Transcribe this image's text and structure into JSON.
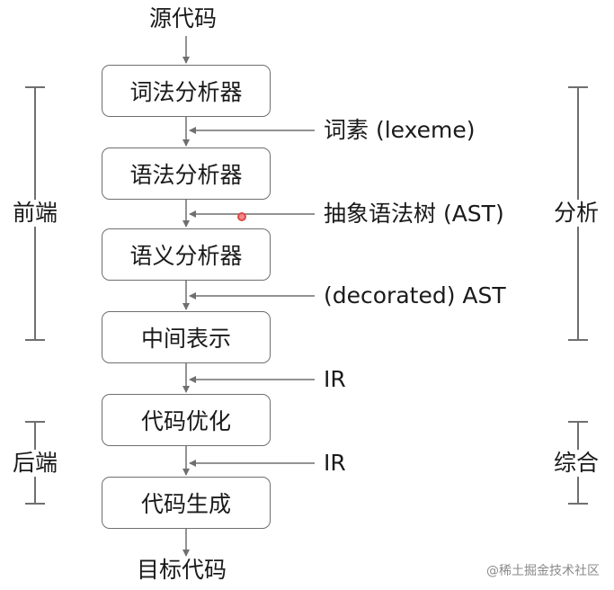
{
  "diagram": {
    "source_label": "源代码",
    "target_label": "目标代码",
    "stages": [
      {
        "label": "词法分析器"
      },
      {
        "label": "语法分析器"
      },
      {
        "label": "语义分析器"
      },
      {
        "label": "中间表示"
      },
      {
        "label": "代码优化"
      },
      {
        "label": "代码生成"
      }
    ],
    "intermediate_outputs": [
      {
        "label": "词素 (lexeme)"
      },
      {
        "label": "抽象语法树 (AST)"
      },
      {
        "label": "(decorated) AST"
      },
      {
        "label": "IR"
      },
      {
        "label": "IR"
      }
    ],
    "left_groups": [
      {
        "label": "前端"
      },
      {
        "label": "后端"
      }
    ],
    "right_groups": [
      {
        "label": "分析"
      },
      {
        "label": "综合"
      }
    ],
    "colors": {
      "line": "#6f6f6f",
      "text": "#1a1a1a",
      "cursor": "#e04848"
    }
  },
  "watermark": "@稀土掘金技术社区"
}
